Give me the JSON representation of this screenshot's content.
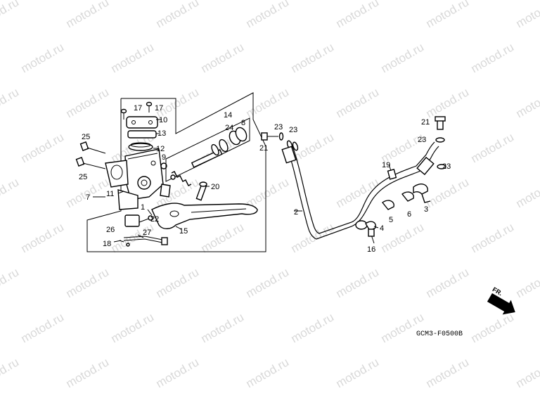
{
  "watermark": "motod.ru",
  "drawing_code": "GCM3-F0500B",
  "direction_label": "FR.",
  "callouts": {
    "c1": "1",
    "c2": "2",
    "c3": "3",
    "c4": "4",
    "c5": "5",
    "c6": "6",
    "c7": "7",
    "c8": "8",
    "c9": "9",
    "c10": "10",
    "c11": "11",
    "c12": "12",
    "c13": "13",
    "c14": "14",
    "c15": "15",
    "c16": "16",
    "c17a": "17",
    "c17b": "17",
    "c18": "18",
    "c19": "19",
    "c20": "20",
    "c21a": "21",
    "c21b": "21",
    "c22": "22",
    "c23a": "23",
    "c23b": "23",
    "c23c": "23",
    "c23d": "23",
    "c24": "24",
    "c25a": "25",
    "c25b": "25",
    "c26": "26",
    "c27": "27"
  }
}
